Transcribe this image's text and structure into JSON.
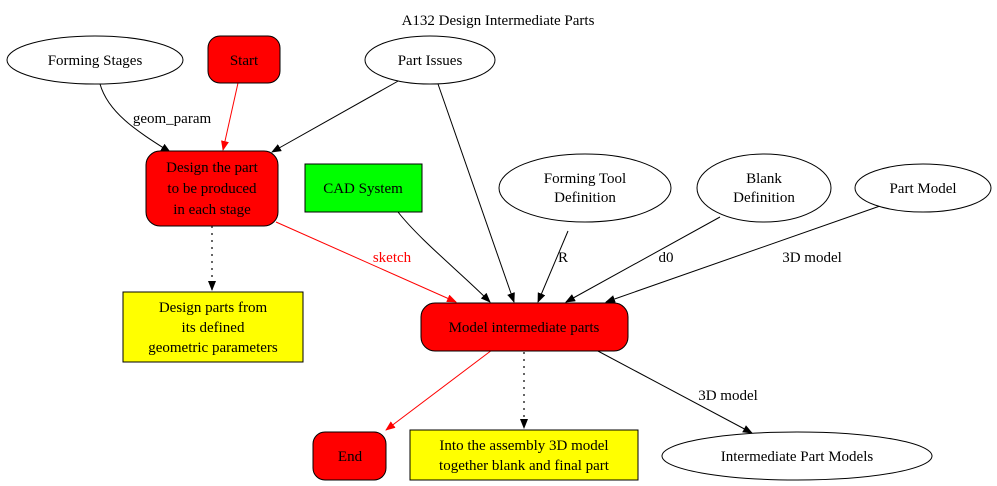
{
  "title": "A132 Design Intermediate Parts",
  "colors": {
    "red": "#ff0000",
    "green": "#00ff00",
    "yellow": "#ffff00",
    "stroke": "#000000",
    "white": "#ffffff"
  },
  "nodes": {
    "forming_stages": "Forming Stages",
    "start": "Start",
    "part_issues": "Part Issues",
    "design_part": [
      "Design the part",
      "to be produced",
      "in each stage"
    ],
    "cad_system": "CAD System",
    "forming_tool": [
      "Forming Tool",
      "Definition"
    ],
    "blank_def": [
      "Blank",
      "Definition"
    ],
    "part_model": "Part Model",
    "design_parts_note": [
      "Design parts from",
      "its defined",
      "geometric parameters"
    ],
    "model_intermediate": "Model intermediate parts",
    "end": "End",
    "assembly_note": [
      "Into the assembly 3D model",
      "together blank and final part"
    ],
    "intermediate_models": "Intermediate Part Models"
  },
  "edge_labels": {
    "geom_param": "geom_param",
    "sketch": "sketch",
    "r": "R",
    "d0": "d0",
    "model_3d_in": "3D model",
    "model_3d_out": "3D model"
  }
}
